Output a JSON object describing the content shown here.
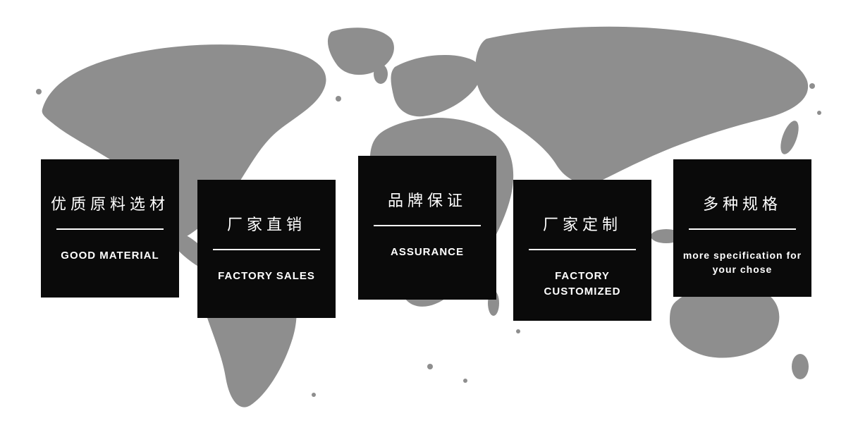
{
  "banner": {
    "cards": [
      {
        "title_zh": "优质原料选材",
        "title_en": "GOOD MATERIAL"
      },
      {
        "title_zh": "厂家直销",
        "title_en": "FACTORY SALES"
      },
      {
        "title_zh": "品牌保证",
        "title_en": "ASSURANCE"
      },
      {
        "title_zh": "厂家定制",
        "title_en": "FACTORY CUSTOMIZED"
      },
      {
        "title_zh": "多种规格",
        "title_en": "more specification for your chose"
      }
    ]
  },
  "colors": {
    "card_background": "#0a0a0a",
    "map_fill": "#8e8e8e",
    "text": "#ffffff"
  }
}
